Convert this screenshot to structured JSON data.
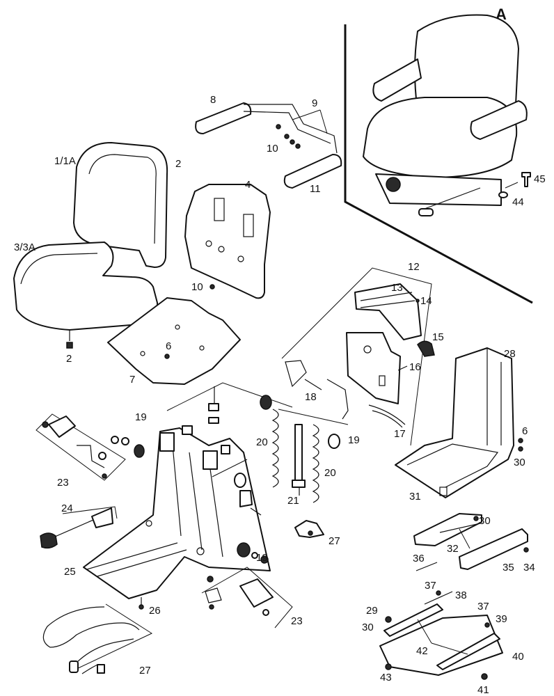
{
  "inset_label": "A",
  "callouts": {
    "c1": "1/1A",
    "c2a": "2",
    "c2b": "2",
    "c3": "3/3A",
    "c4": "4",
    "c6a": "6",
    "c6b": "6",
    "c7": "7",
    "c8": "8",
    "c9": "9",
    "c10a": "10",
    "c10b": "10",
    "c11": "11",
    "c12": "12",
    "c13": "13",
    "c14": "14",
    "c15": "15",
    "c16": "16",
    "c17": "17",
    "c18": "18",
    "c19a": "19",
    "c19b": "19",
    "c19c": "19",
    "c20a": "20",
    "c20b": "20",
    "c21": "21",
    "c23a": "23",
    "c23b": "23",
    "c24": "24",
    "c25": "25",
    "c26": "26",
    "c27a": "27",
    "c27b": "27",
    "c28": "28",
    "c29": "29",
    "c30a": "30",
    "c30b": "30",
    "c30c": "30",
    "c31": "31",
    "c32": "32",
    "c34": "34",
    "c35": "35",
    "c36": "36",
    "c37a": "37",
    "c37b": "37",
    "c38": "38",
    "c39": "39",
    "c40": "40",
    "c41": "41",
    "c42": "42",
    "c43": "43",
    "c44": "44",
    "c45": "45"
  }
}
